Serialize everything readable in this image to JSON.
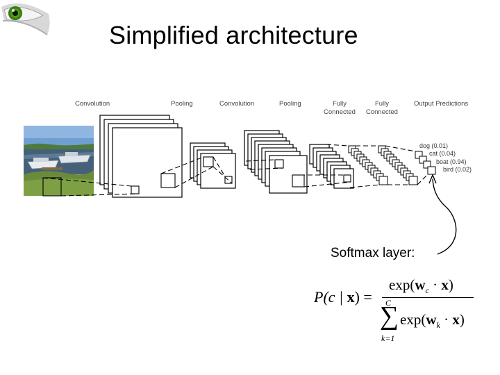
{
  "slide": {
    "title": "Simplified architecture"
  },
  "logo": {
    "icon": "eye-logo-icon",
    "iris_color": "#7ec82a"
  },
  "diagram": {
    "stages": [
      {
        "id": "conv1",
        "label": "Convolution"
      },
      {
        "id": "pool1",
        "label": "Pooling"
      },
      {
        "id": "conv2",
        "label": "Convolution"
      },
      {
        "id": "pool2",
        "label": "Pooling"
      },
      {
        "id": "fc1",
        "label_line1": "Fully",
        "label_line2": "Connected"
      },
      {
        "id": "fc2",
        "label_line1": "Fully",
        "label_line2": "Connected"
      },
      {
        "id": "out",
        "label": "Output Predictions"
      }
    ],
    "input_image": {
      "icon": "boat-photo-icon"
    },
    "predictions": [
      {
        "label": "dog (0.01)"
      },
      {
        "label": "cat (0.04)"
      },
      {
        "label": "boat (0.94)"
      },
      {
        "label": "bird (0.02)"
      }
    ]
  },
  "softmax": {
    "label": "Softmax layer:",
    "formula": {
      "lhs_p": "P(c | ",
      "lhs_x": "x",
      "lhs_close": ") =",
      "numerator_exp": "exp(",
      "numerator_w": "w",
      "numerator_sub": "c",
      "numerator_dot": " · ",
      "numerator_x": "x",
      "numerator_close": ")",
      "sum_symbol": "∑",
      "sum_upper": "C",
      "sum_lower": "k=1",
      "denominator_exp": "exp(",
      "denominator_w": "w",
      "denominator_sub": "k",
      "denominator_dot": " · ",
      "denominator_x": "x",
      "denominator_close": ")"
    }
  }
}
